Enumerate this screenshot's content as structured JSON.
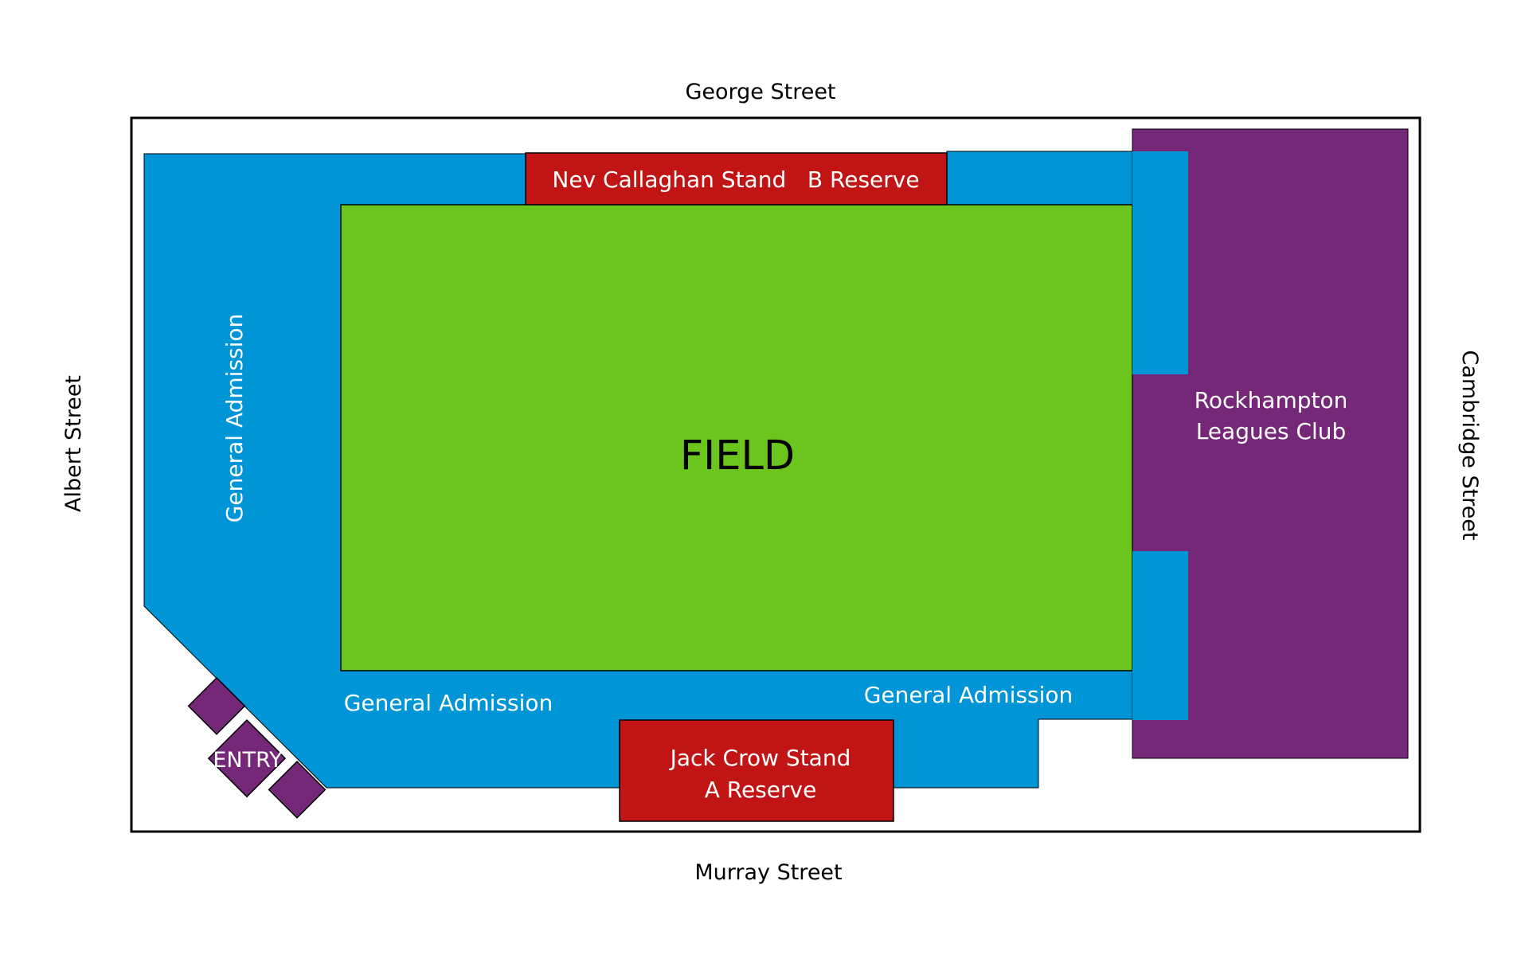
{
  "colors": {
    "general_admission": "#0095d6",
    "field": "#6cc51d",
    "stand": "#c11414",
    "leagues_club": "#742877",
    "outline": "#000000",
    "background": "#ffffff"
  },
  "streets": {
    "north": "George Street",
    "south": "Murray Street",
    "west": "Albert Street",
    "east": "Cambridge Street"
  },
  "field": {
    "label": "FIELD"
  },
  "stands": {
    "nev_callaghan": {
      "label": "Nev Callaghan Stand   B Reserve"
    },
    "jack_crow": {
      "line1": "Jack Crow Stand",
      "line2": "A Reserve"
    }
  },
  "general_admission": {
    "west_label": "General Admission",
    "south_label": "General Admission",
    "southeast_label": "General Admission"
  },
  "leagues_club": {
    "line1": "Rockhampton",
    "line2": "Leagues Club"
  },
  "entry": {
    "label": "ENTRY"
  }
}
